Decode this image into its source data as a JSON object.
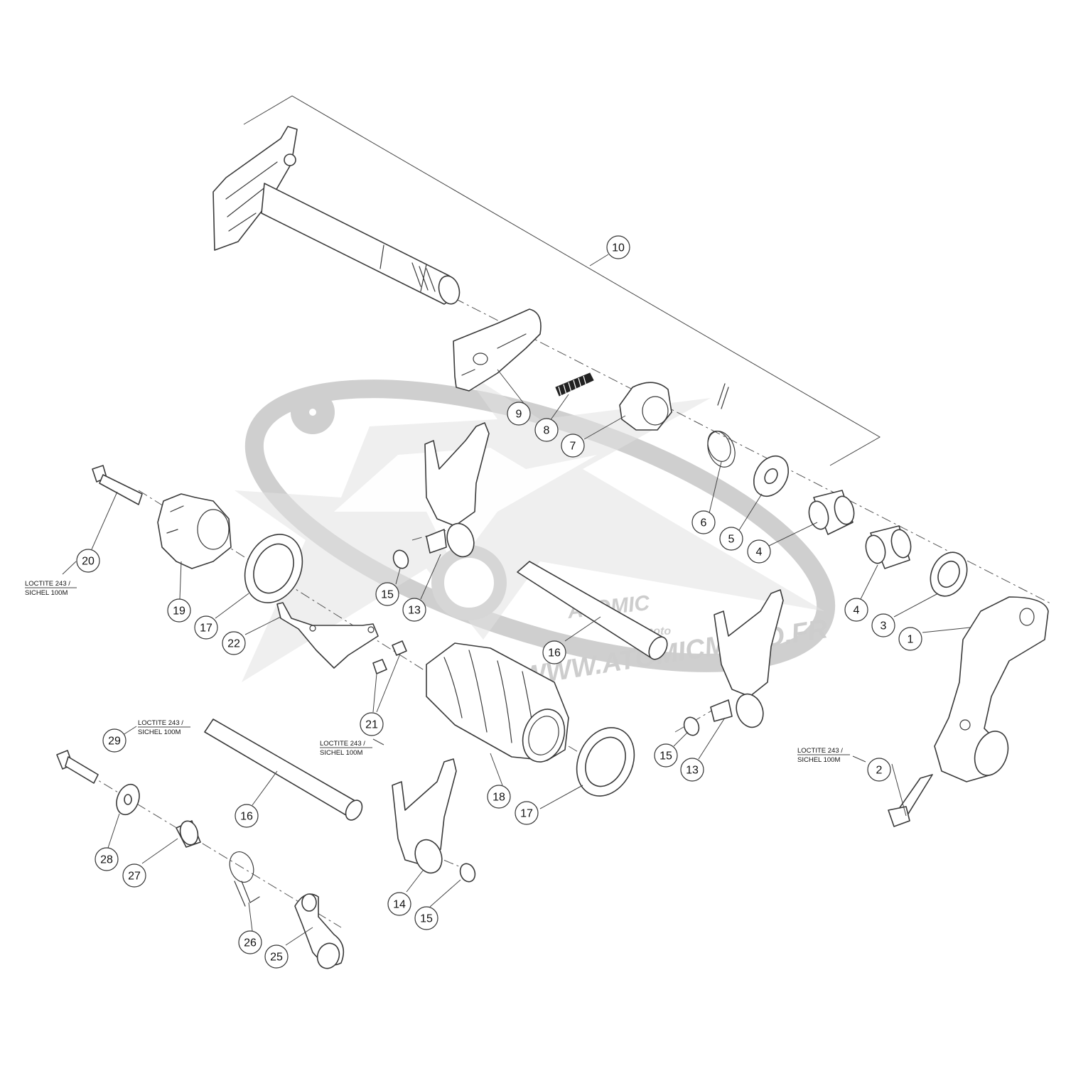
{
  "diagram": {
    "callouts": [
      {
        "id": "c10",
        "label": "10"
      },
      {
        "id": "c9",
        "label": "9"
      },
      {
        "id": "c8",
        "label": "8"
      },
      {
        "id": "c7",
        "label": "7"
      },
      {
        "id": "c6",
        "label": "6"
      },
      {
        "id": "c5",
        "label": "5"
      },
      {
        "id": "c4a",
        "label": "4"
      },
      {
        "id": "c4b",
        "label": "4"
      },
      {
        "id": "c3",
        "label": "3"
      },
      {
        "id": "c1",
        "label": "1"
      },
      {
        "id": "c2",
        "label": "2"
      },
      {
        "id": "c20",
        "label": "20"
      },
      {
        "id": "c19",
        "label": "19"
      },
      {
        "id": "c17a",
        "label": "17"
      },
      {
        "id": "c22",
        "label": "22"
      },
      {
        "id": "c15a",
        "label": "15"
      },
      {
        "id": "c13a",
        "label": "13"
      },
      {
        "id": "c16a",
        "label": "16"
      },
      {
        "id": "c21",
        "label": "21"
      },
      {
        "id": "c15b",
        "label": "15"
      },
      {
        "id": "c13b",
        "label": "13"
      },
      {
        "id": "c18",
        "label": "18"
      },
      {
        "id": "c17b",
        "label": "17"
      },
      {
        "id": "c29",
        "label": "29"
      },
      {
        "id": "c16b",
        "label": "16"
      },
      {
        "id": "c28",
        "label": "28"
      },
      {
        "id": "c27",
        "label": "27"
      },
      {
        "id": "c14",
        "label": "14"
      },
      {
        "id": "c15c",
        "label": "15"
      },
      {
        "id": "c26",
        "label": "26"
      },
      {
        "id": "c25",
        "label": "25"
      }
    ],
    "notes": [
      {
        "id": "n20",
        "line1": "LOCTITE 243 /",
        "line2": "SICHEL 100M"
      },
      {
        "id": "n29",
        "line1": "LOCTITE 243 /",
        "line2": "SICHEL 100M"
      },
      {
        "id": "n21",
        "line1": "LOCTITE 243 /",
        "line2": "SICHEL 100M"
      },
      {
        "id": "n2",
        "line1": "LOCTITE 243 /",
        "line2": "SICHEL 100M"
      }
    ],
    "watermark": {
      "brand_text": "ATOMIC",
      "brand_sub": "moto",
      "url_text": "WWW.ATOMICMOTO.FR",
      "color": "#cdcdcd"
    },
    "colors": {
      "line": "#3a3a3a",
      "background": "#ffffff"
    }
  }
}
